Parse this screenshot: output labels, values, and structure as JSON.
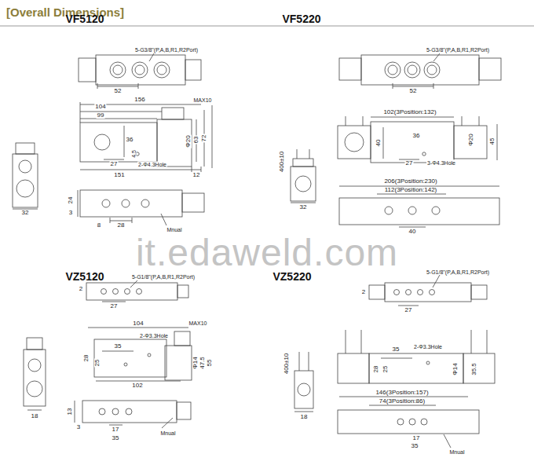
{
  "diagram": {
    "title": "[Overall Dimensions]",
    "labels": [
      "VF5120",
      "5-G3/8\"(P,A,B,R1,R2Port)",
      "52",
      "156",
      "MAX10",
      "104",
      "99",
      "36",
      "63",
      "72",
      "Φ20",
      "4.5",
      "27",
      "2-Φ4.3Hole",
      "151",
      "12",
      "32",
      "24",
      "3",
      "28",
      "8",
      "Mnual",
      "VF5220",
      "5-G3/8\"(P,A,B,R1,R2Port)",
      "52",
      "102(3Position:132)",
      "40",
      "36",
      "Φ20",
      "45",
      "27",
      "3-Φ4.3Hole",
      "400±10",
      "206(3Position:230)",
      "112(3Position:142)",
      "32",
      "40",
      "VZ5120",
      "5-G1/8\"(P,A,B,R1,R2Port)",
      "2",
      "27",
      "104",
      "MAX10",
      "35",
      "2-Φ3.3Hole",
      "28",
      "25",
      "Φ14",
      "47.5",
      "55",
      "102",
      "18",
      "13",
      "3",
      "17",
      "35",
      "Mnual",
      "VZ5220",
      "5-G1/8\"(P,A,B,R1,R2Port)",
      "2",
      "27",
      "2-Φ3.3Hole",
      "35",
      "400±10",
      "28",
      "25",
      "Φ14",
      "35.5",
      "18",
      "146(3Position:157)",
      "74(3Position:86)",
      "17",
      "35",
      "Mnual",
      "it.edaweld.com"
    ]
  }
}
